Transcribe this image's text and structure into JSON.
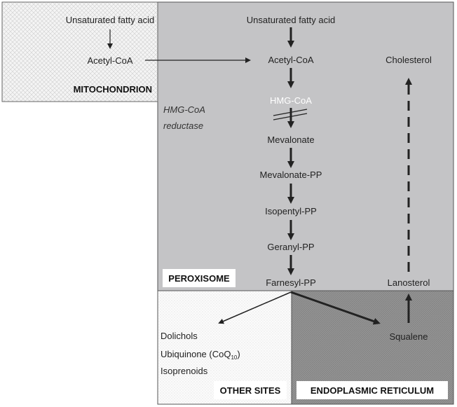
{
  "regions": {
    "mitochondrion": "MITOCHONDRION",
    "peroxisome": "PEROXISOME",
    "other_sites": "OTHER SITES",
    "endoplasmic_reticulum": "ENDOPLASMIC RETICULUM"
  },
  "mitochondrion_nodes": {
    "fatty_acid": "Unsaturated fatty acid",
    "acetyl_coa": "Acetyl-CoA"
  },
  "pathway": {
    "fatty_acid": "Unsaturated fatty acid",
    "acetyl_coa": "Acetyl-CoA",
    "hmg_coa": "HMG-CoA",
    "mevalonate": "Mevalonate",
    "mevalonate_pp": "Mevalonate-PP",
    "isopentyl_pp": "Isopentyl-PP",
    "geranyl_pp": "Geranyl-PP",
    "farnesyl_pp": "Farnesyl-PP"
  },
  "enzyme": {
    "line1": "HMG-CoA",
    "line2": "reductase"
  },
  "sterol_branch": {
    "cholesterol": "Cholesterol",
    "lanosterol": "Lanosterol",
    "squalene": "Squalene"
  },
  "other_products": {
    "dolichols": "Dolichols",
    "ubiquinone": "Ubiquinone (CoQ",
    "ubiquinone_sub": "10",
    "ubiquinone_close": ")",
    "isoprenoids": "Isoprenoids"
  },
  "colors": {
    "peroxisome_fill": "#c4c4c6",
    "er_fill": "#8e8e8e",
    "mitochondrion_fill": "#f2f2f2",
    "other_sites_fill": "#fafafa",
    "arrow": "#222222",
    "hmg_text": "#ffffff"
  }
}
